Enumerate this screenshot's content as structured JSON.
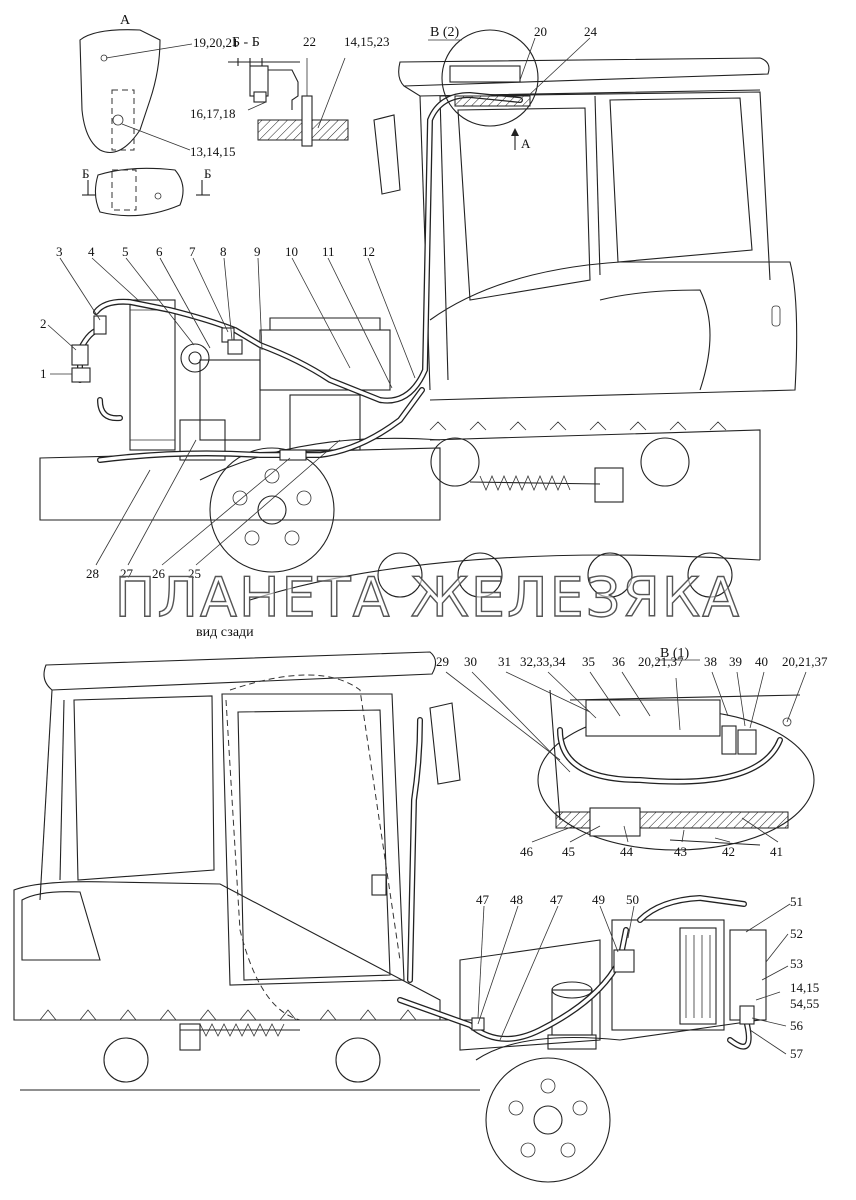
{
  "watermark": "ПЛАНЕТА ЖЕЛЕЗЯКА",
  "view_labels": {
    "view_a": "А",
    "section_bb": "Б - Б",
    "section_mark_left": "Б",
    "section_mark_right": "Б",
    "view_v2": "В (2)",
    "arrow_a": "А",
    "rear_view": "вид сзади",
    "view_v1": "В (1)"
  },
  "callouts_top": [
    {
      "id": "c-19-20-21",
      "text": "19,20,21"
    },
    {
      "id": "c-13-14-15",
      "text": "13,14,15"
    },
    {
      "id": "c-22",
      "text": "22"
    },
    {
      "id": "c-14-15-23",
      "text": "14,15,23"
    },
    {
      "id": "c-16-17-18",
      "text": "16,17,18"
    },
    {
      "id": "c-20-top",
      "text": "20"
    },
    {
      "id": "c-24",
      "text": "24"
    },
    {
      "id": "c-3",
      "text": "3"
    },
    {
      "id": "c-4",
      "text": "4"
    },
    {
      "id": "c-5",
      "text": "5"
    },
    {
      "id": "c-6",
      "text": "6"
    },
    {
      "id": "c-7",
      "text": "7"
    },
    {
      "id": "c-8",
      "text": "8"
    },
    {
      "id": "c-9",
      "text": "9"
    },
    {
      "id": "c-10",
      "text": "10"
    },
    {
      "id": "c-11",
      "text": "11"
    },
    {
      "id": "c-12",
      "text": "12"
    },
    {
      "id": "c-2",
      "text": "2"
    },
    {
      "id": "c-1",
      "text": "1"
    },
    {
      "id": "c-28",
      "text": "28"
    },
    {
      "id": "c-27",
      "text": "27"
    },
    {
      "id": "c-26",
      "text": "26"
    },
    {
      "id": "c-25",
      "text": "25"
    }
  ],
  "callouts_bottom": [
    {
      "id": "c-29",
      "text": "29"
    },
    {
      "id": "c-30",
      "text": "30"
    },
    {
      "id": "c-31",
      "text": "31"
    },
    {
      "id": "c-32-33-34",
      "text": "32,33,34"
    },
    {
      "id": "c-35",
      "text": "35"
    },
    {
      "id": "c-36",
      "text": "36"
    },
    {
      "id": "c-20-21-37-a",
      "text": "20,21,37"
    },
    {
      "id": "c-38",
      "text": "38"
    },
    {
      "id": "c-39",
      "text": "39"
    },
    {
      "id": "c-40",
      "text": "40"
    },
    {
      "id": "c-20-21-37-b",
      "text": "20,21,37"
    },
    {
      "id": "c-46",
      "text": "46"
    },
    {
      "id": "c-45",
      "text": "45"
    },
    {
      "id": "c-44",
      "text": "44"
    },
    {
      "id": "c-43",
      "text": "43"
    },
    {
      "id": "c-42",
      "text": "42"
    },
    {
      "id": "c-41",
      "text": "41"
    },
    {
      "id": "c-47-a",
      "text": "47"
    },
    {
      "id": "c-48",
      "text": "48"
    },
    {
      "id": "c-47-b",
      "text": "47"
    },
    {
      "id": "c-49",
      "text": "49"
    },
    {
      "id": "c-50",
      "text": "50"
    },
    {
      "id": "c-51",
      "text": "51"
    },
    {
      "id": "c-52",
      "text": "52"
    },
    {
      "id": "c-53",
      "text": "53"
    },
    {
      "id": "c-14-15-b",
      "text": "14,15"
    },
    {
      "id": "c-54-55",
      "text": "54,55"
    },
    {
      "id": "c-56",
      "text": "56"
    },
    {
      "id": "c-57",
      "text": "57"
    }
  ]
}
